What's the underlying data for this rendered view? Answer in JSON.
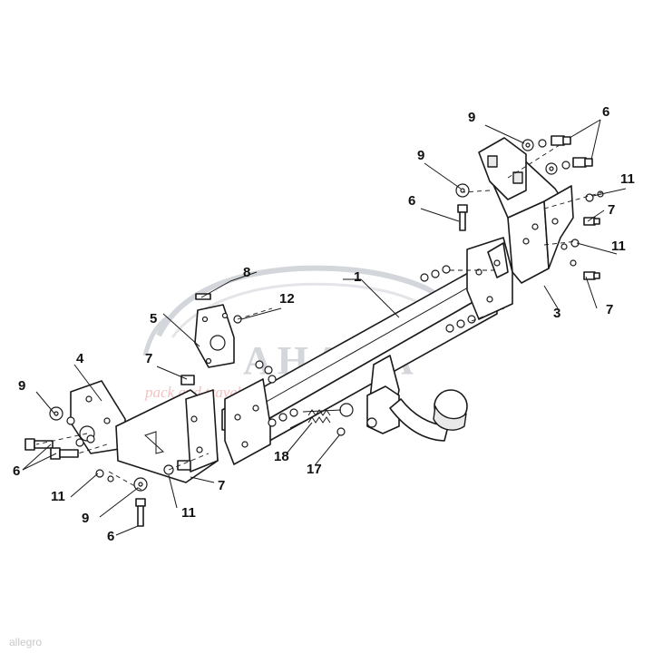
{
  "watermark": {
    "logo_text": "AHAKA",
    "sub_text": "pack and travel"
  },
  "credit": "allegro",
  "labels": [
    {
      "id": "1",
      "text": "1"
    },
    {
      "id": "3",
      "text": "3"
    },
    {
      "id": "4",
      "text": "4"
    },
    {
      "id": "5",
      "text": "5"
    },
    {
      "id": "6a",
      "text": "6"
    },
    {
      "id": "6b",
      "text": "6"
    },
    {
      "id": "6c",
      "text": "6"
    },
    {
      "id": "6d",
      "text": "6"
    },
    {
      "id": "7a",
      "text": "7"
    },
    {
      "id": "7b",
      "text": "7"
    },
    {
      "id": "7c",
      "text": "7"
    },
    {
      "id": "7d",
      "text": "7"
    },
    {
      "id": "8",
      "text": "8"
    },
    {
      "id": "9a",
      "text": "9"
    },
    {
      "id": "9b",
      "text": "9"
    },
    {
      "id": "9c",
      "text": "9"
    },
    {
      "id": "9d",
      "text": "9"
    },
    {
      "id": "11a",
      "text": "11"
    },
    {
      "id": "11b",
      "text": "11"
    },
    {
      "id": "11c",
      "text": "11"
    },
    {
      "id": "11d",
      "text": "11"
    },
    {
      "id": "12",
      "text": "12"
    },
    {
      "id": "17",
      "text": "17"
    },
    {
      "id": "18",
      "text": "18"
    }
  ],
  "colors": {
    "line": "#1a1a1a",
    "watermark_grey": "#d3d6da",
    "watermark_red": "#f2c2c2"
  }
}
